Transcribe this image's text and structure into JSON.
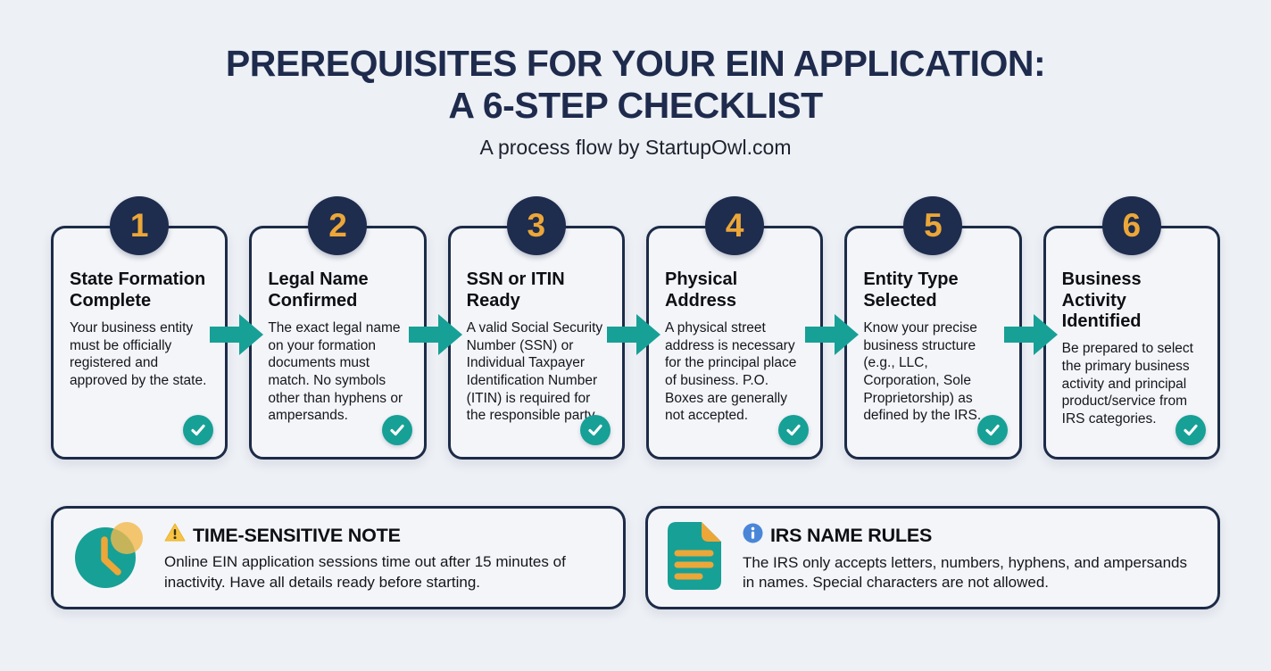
{
  "header": {
    "title_line1": "PREREQUISITES FOR YOUR EIN APPLICATION:",
    "title_line2": "A 6-STEP CHECKLIST",
    "subtitle": "A process flow by StartupOwl.com"
  },
  "steps": [
    {
      "number": "1",
      "title": "State Formation Complete",
      "description": "Your business entity must be officially registered and approved by the state."
    },
    {
      "number": "2",
      "title": "Legal Name Confirmed",
      "description": "The exact legal name on your formation documents must match. No symbols other than hyphens or ampersands."
    },
    {
      "number": "3",
      "title": "SSN or ITIN Ready",
      "description": "A valid Social Security Number (SSN) or Individual Taxpayer Identification Number (ITIN) is required for the responsible party."
    },
    {
      "number": "4",
      "title": "Physical Address",
      "description": "A physical street address is necessary for the principal place of business. P.O. Boxes are generally not accepted."
    },
    {
      "number": "5",
      "title": "Entity Type Selected",
      "description": "Know your precise business structure (e.g., LLC, Corporation, Sole Proprietorship) as defined by the IRS."
    },
    {
      "number": "6",
      "title": "Business Activity Identified",
      "description": "Be prepared to select the primary business activity and principal product/service from IRS categories."
    }
  ],
  "notes": [
    {
      "icon": "clock-icon",
      "badge_icon": "warning-icon",
      "title": "TIME-SENSITIVE NOTE",
      "text": "Online EIN application sessions time out after 15 minutes of inactivity. Have all details ready before starting."
    },
    {
      "icon": "document-icon",
      "badge_icon": "info-icon",
      "title": "IRS NAME RULES",
      "text": "The IRS only accepts letters, numbers, hyphens, and ampersands in names. Special characters are not allowed."
    }
  ],
  "icons": {
    "check": "check-icon",
    "arrow": "arrow-right-icon"
  },
  "colors": {
    "page_background": "#edf0f5",
    "card_background": "#f3f5f9",
    "navy_border": "#1c2b47",
    "navy_circle": "#1e2c4e",
    "title_navy": "#1e2b4d",
    "gold": "#eca738",
    "teal": "#17a096",
    "info_blue": "#4a86d8",
    "warning_yellow": "#f6c445"
  }
}
